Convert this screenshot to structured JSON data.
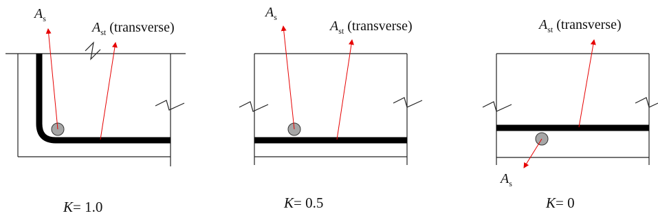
{
  "panels": [
    {
      "k_symbol": "K",
      "k_value": "= 1.0",
      "as_label": {
        "main": "A",
        "sub": "s"
      },
      "ast_label": {
        "main": "A",
        "sub": "st",
        "suffix": " (transverse)"
      }
    },
    {
      "k_symbol": "K",
      "k_value": "= 0.5",
      "as_label": {
        "main": "A",
        "sub": "s"
      },
      "ast_label": {
        "main": "A",
        "sub": "st",
        "suffix": " (transverse)"
      }
    },
    {
      "k_symbol": "K",
      "k_value": "= 0",
      "as_label": {
        "main": "A",
        "sub": "s"
      },
      "ast_label": {
        "main": "A",
        "sub": "st",
        "suffix": " (transverse)"
      }
    }
  ],
  "colors": {
    "arrow": "#e60000",
    "bar": "#000000",
    "rebar_fill": "#a6a6a6",
    "outline": "#222222"
  }
}
